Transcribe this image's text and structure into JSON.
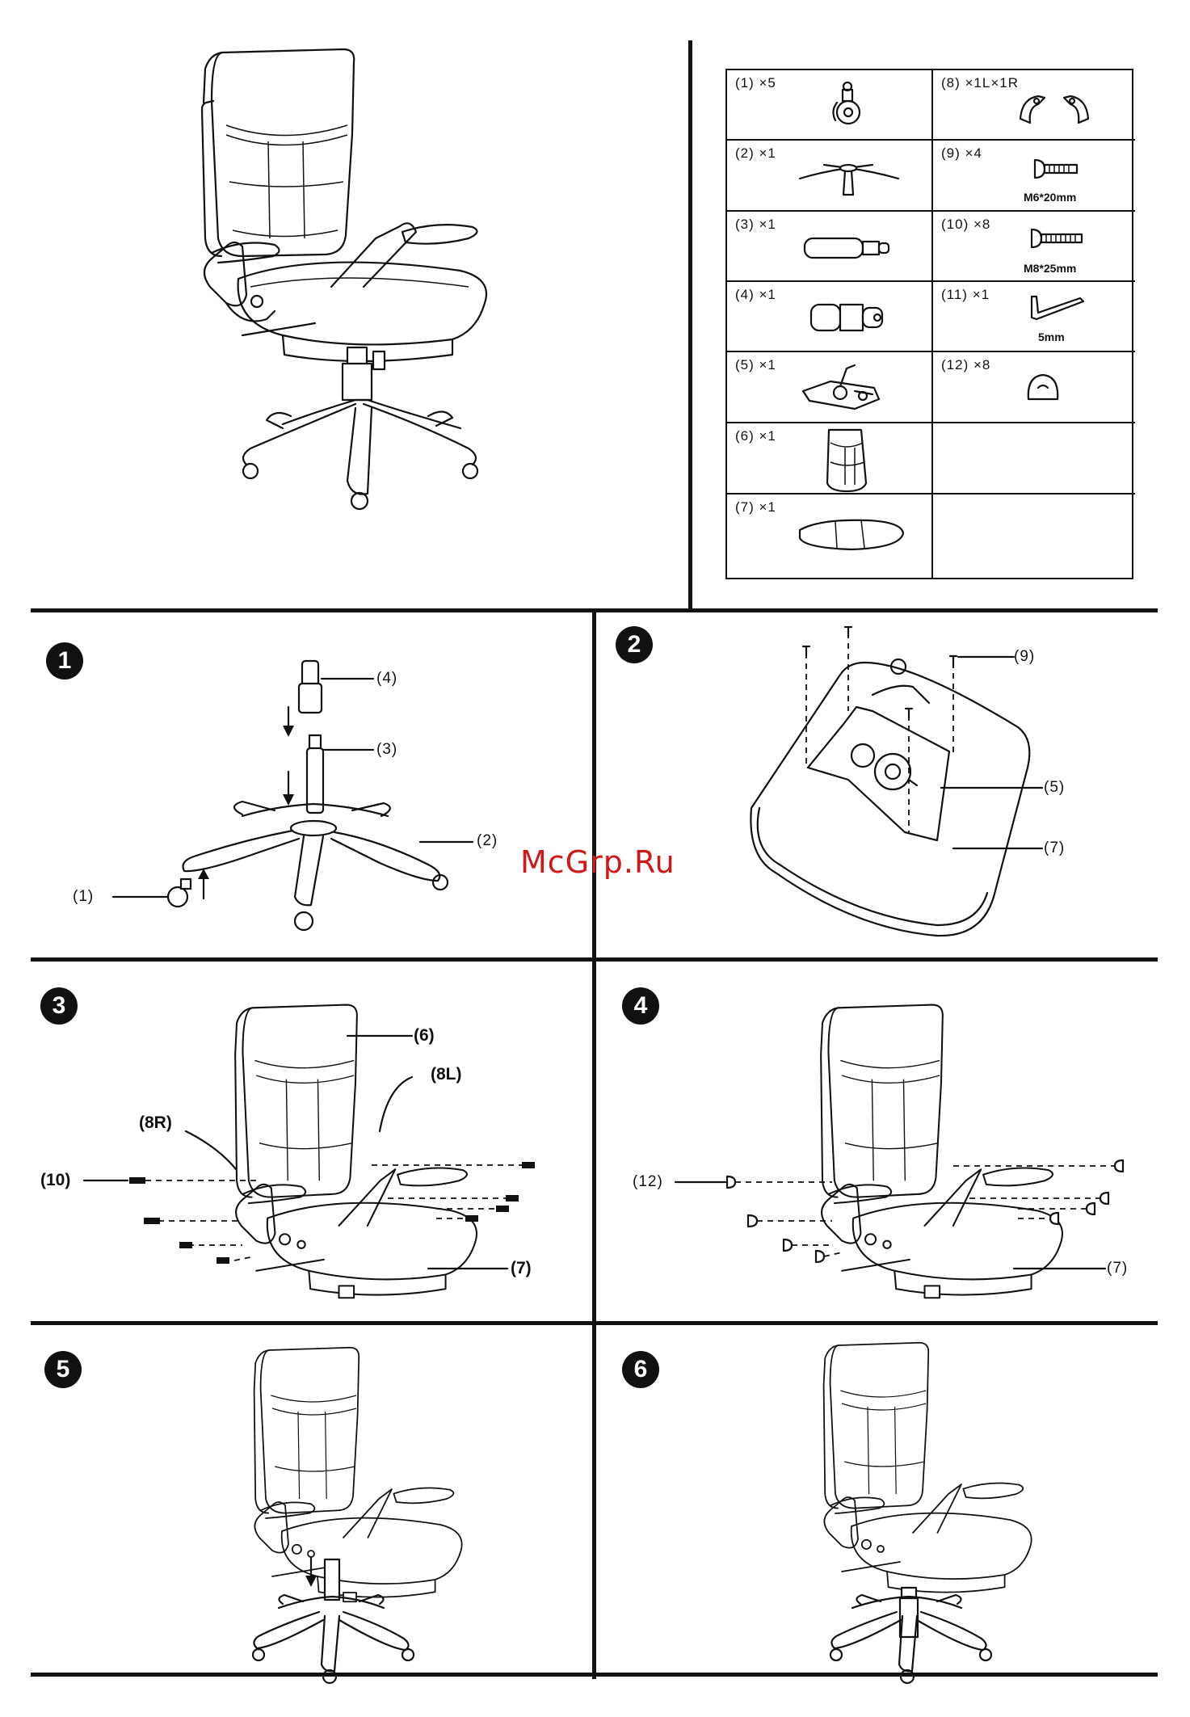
{
  "watermark": "McGrp.Ru",
  "parts": [
    {
      "qty": "(1) ×5",
      "icon": "caster-wheel-icon"
    },
    {
      "qty": "(8) ×1L×1R",
      "icon": "armrest-brackets-icon"
    },
    {
      "qty": "(2) ×1",
      "icon": "chair-base-icon"
    },
    {
      "qty": "(9) ×4",
      "icon": "bolt-icon",
      "size": "M6*20mm"
    },
    {
      "qty": "(3) ×1",
      "icon": "gas-cylinder-icon"
    },
    {
      "qty": "(10) ×8",
      "icon": "bolt-icon",
      "size": "M8*25mm"
    },
    {
      "qty": "(4) ×1",
      "icon": "cylinder-cover-icon"
    },
    {
      "qty": "(11) ×1",
      "icon": "allen-key-icon",
      "size": "5mm"
    },
    {
      "qty": "(5) ×1",
      "icon": "mechanism-icon"
    },
    {
      "qty": "(12) ×8",
      "icon": "cap-icon"
    },
    {
      "qty": "(6) ×1",
      "icon": "backrest-icon"
    },
    {
      "qty": "",
      "icon": ""
    },
    {
      "qty": "(7) ×1",
      "icon": "seat-cushion-icon"
    },
    {
      "qty": "",
      "icon": ""
    }
  ],
  "steps": {
    "s1": {
      "num": "1",
      "labels": {
        "p4": "(4)",
        "p3": "(3)",
        "p2": "(2)",
        "p1": "(1)"
      }
    },
    "s2": {
      "num": "2",
      "labels": {
        "p9": "(9)",
        "p5": "(5)",
        "p7": "(7)"
      }
    },
    "s3": {
      "num": "3",
      "labels": {
        "p6": "(6)",
        "p8l": "(8L)",
        "p8r": "(8R)",
        "p10": "(10)",
        "p7": "(7)"
      }
    },
    "s4": {
      "num": "4",
      "labels": {
        "p12": "(12)",
        "p7": "(7)"
      }
    },
    "s5": {
      "num": "5"
    },
    "s6": {
      "num": "6"
    }
  }
}
